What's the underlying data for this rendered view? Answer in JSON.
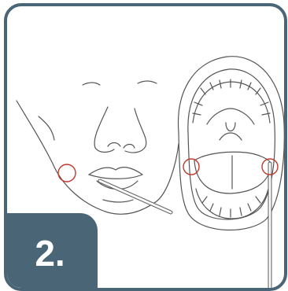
{
  "step": {
    "number": "2."
  },
  "colors": {
    "frame": "#4a6575",
    "badge": "#4a6575",
    "badge_text": "#ffffff",
    "line_art": "#555555",
    "swab_marker": "#c0392b"
  },
  "illustration": {
    "panels": [
      "face-profile",
      "open-mouth"
    ],
    "icons": [
      "cheek-swab-site-marker",
      "inner-cheek-swab-site-marker",
      "swab-stick"
    ]
  }
}
